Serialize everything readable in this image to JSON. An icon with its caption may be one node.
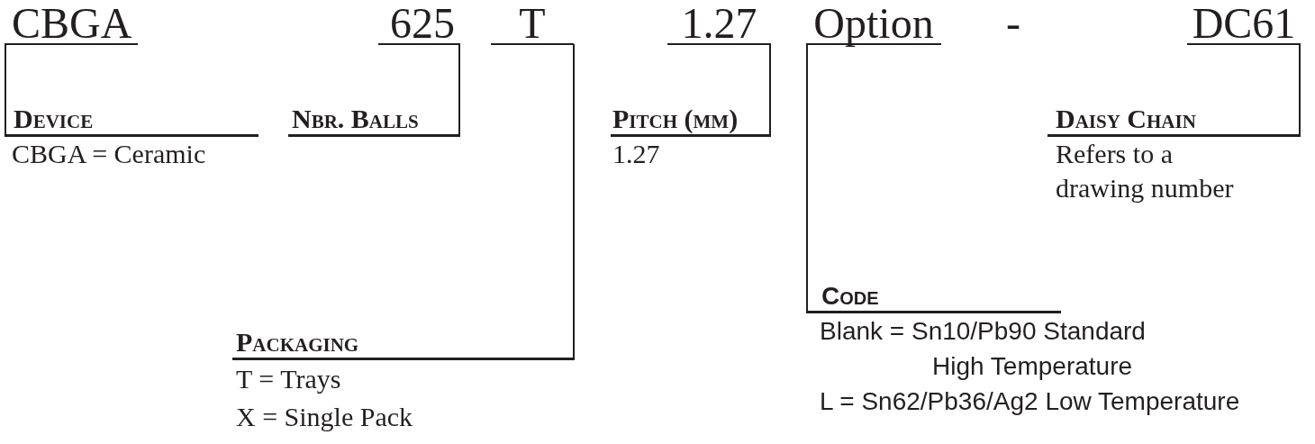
{
  "diagram": {
    "nodes": [
      {
        "text": [
          "CBGA"
        ]
      },
      {
        "text": [
          "625"
        ]
      },
      {
        "text": [
          "T"
        ]
      },
      {
        "text": [
          "1.27"
        ]
      },
      {
        "text": [
          "Option"
        ]
      },
      {
        "text": [
          "-"
        ]
      },
      {
        "text": [
          "DC61"
        ]
      },
      {
        "text": [
          "Device",
          "CBGA = Ceramic"
        ]
      },
      {
        "text": [
          "Nbr. Balls"
        ]
      },
      {
        "text": [
          "Pitch (mm)",
          "1.27"
        ]
      },
      {
        "text": [
          "Daisy Chain",
          "Refers to a drawing number"
        ]
      },
      {
        "text": [
          "Code",
          "Blank = Sn10/Pb90 Standard High Temperature",
          "L = Sn62/Pb36/Ag2 Low Temperature"
        ]
      },
      {
        "text": [
          "Packaging",
          "T = Trays",
          "X = Single Pack"
        ]
      }
    ],
    "edges": [
      {
        "from": 0,
        "to": 7,
        "arrow": "none"
      },
      {
        "from": 1,
        "to": 8,
        "arrow": "none"
      },
      {
        "from": 2,
        "to": 12,
        "arrow": "none"
      },
      {
        "from": 3,
        "to": 9,
        "arrow": "none"
      },
      {
        "from": 4,
        "to": 11,
        "arrow": "none"
      },
      {
        "from": 6,
        "to": 10,
        "arrow": "none"
      }
    ]
  }
}
